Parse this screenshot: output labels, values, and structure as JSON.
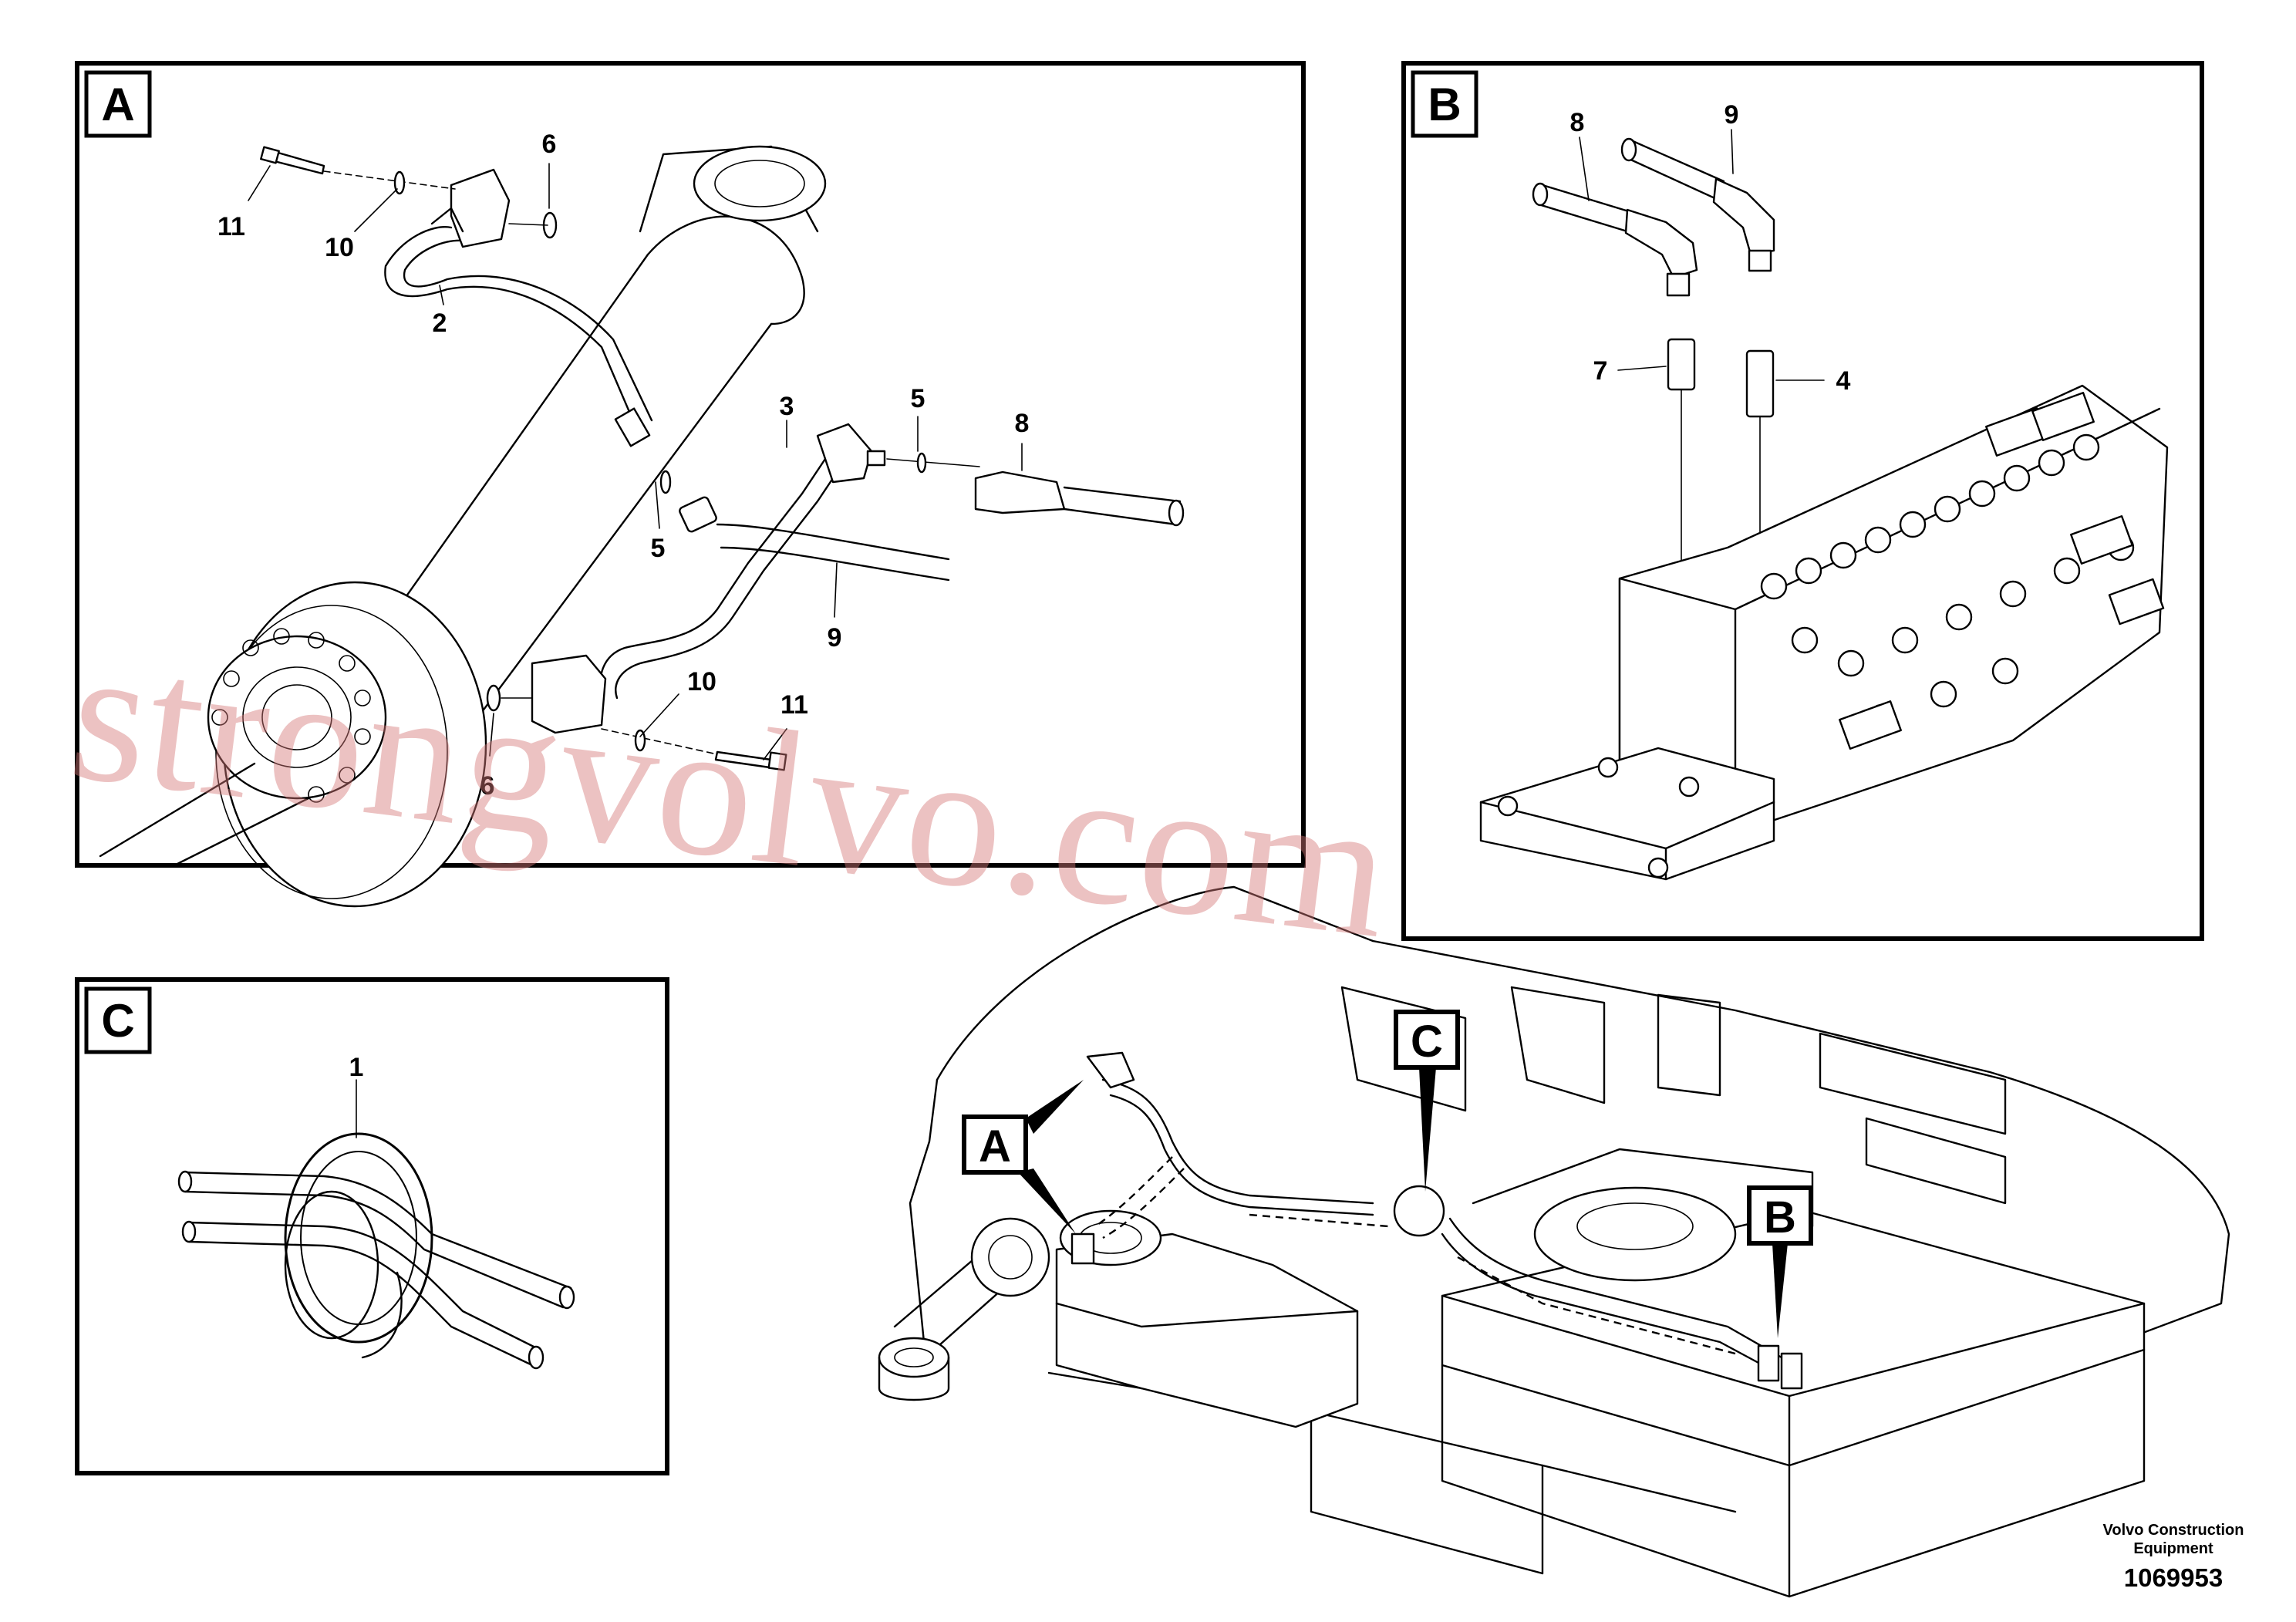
{
  "panels": [
    {
      "id": "A",
      "label": "A"
    },
    {
      "id": "B",
      "label": "B"
    },
    {
      "id": "C",
      "label": "C"
    }
  ],
  "callouts_A": [
    "11",
    "10",
    "6",
    "2",
    "5",
    "3",
    "5",
    "8",
    "9",
    "10",
    "11",
    "6"
  ],
  "callouts_B": [
    "8",
    "9",
    "7",
    "4"
  ],
  "callouts_C": [
    "1"
  ],
  "detail_tags": [
    "A",
    "C",
    "B"
  ],
  "watermark": "strongvolvo.com",
  "corp_line1": "Volvo Construction",
  "corp_line2": "Equipment",
  "doc_number": "1069953",
  "icons": {
    "watermark_color": "#d47878",
    "line_color": "#000000"
  }
}
